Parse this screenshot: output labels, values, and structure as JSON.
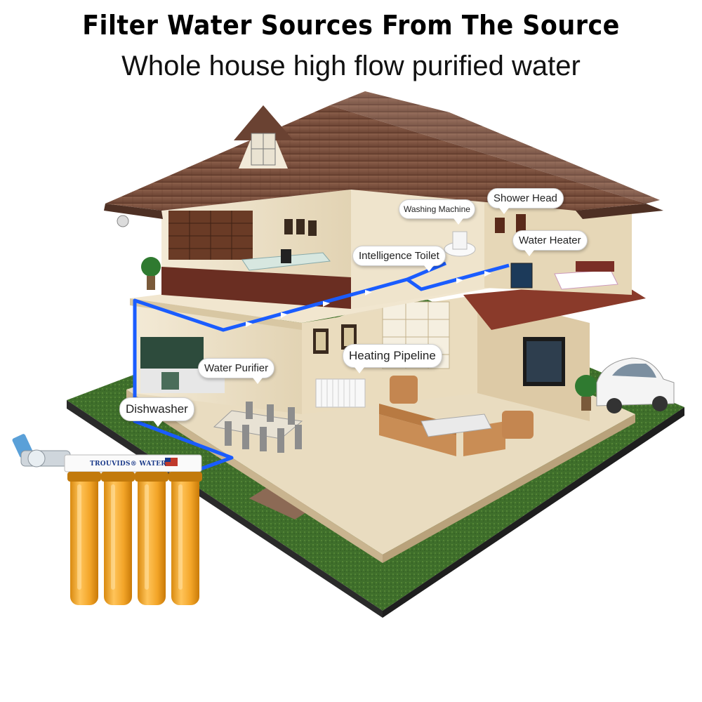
{
  "header": {
    "title": "Filter Water Sources From The Source",
    "subtitle": "Whole house high flow purified water"
  },
  "labels": {
    "shower_head": "Shower Head",
    "washing_machine": "Washing Machine",
    "water_heater": "Water Heater",
    "intelligence_toilet": "Intelligence Toilet",
    "heating_pipeline": "Heating Pipeline",
    "water_purifier": "Water Purifier",
    "dishwasher": "Dishwasher"
  },
  "product": {
    "brand_text": "TROUVIDS® WATER",
    "filter_color": "#f0a020",
    "cartridge_count": 4
  },
  "colors": {
    "pipe": "#1a5cff",
    "roof": "#7a4f3c",
    "wall": "#efe4cc",
    "lawn": "#3f6f2b",
    "floor": "#e9dcc0"
  }
}
